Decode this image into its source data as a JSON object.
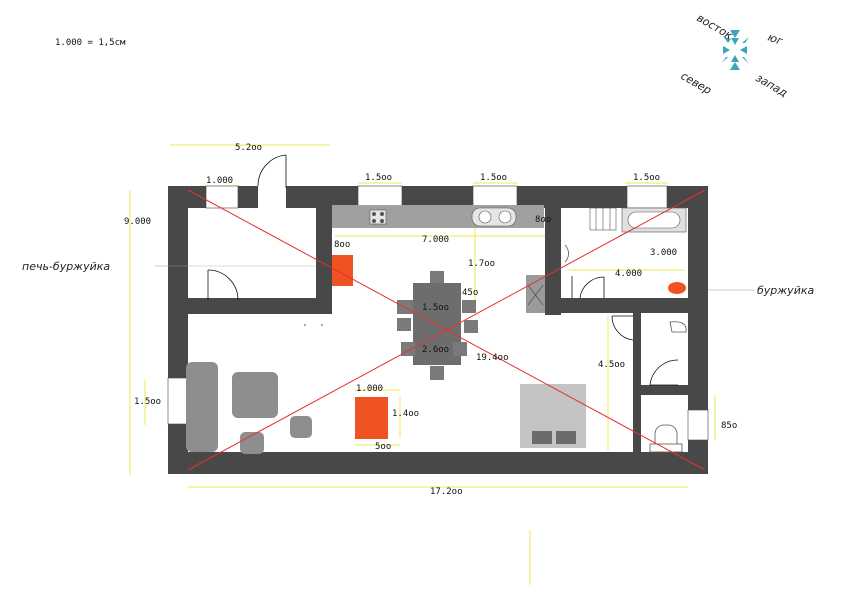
{
  "scale_note": "1.000 = 1,5см",
  "compass": {
    "labels": {
      "east": "восток",
      "south": "юг",
      "north": "север",
      "west": "запад"
    },
    "color": "#3aa6b9"
  },
  "annotations": {
    "left_stove": "печь-буржуйка",
    "right_stove": "буржуйка"
  },
  "dimensions": {
    "top_length": "5.2oo",
    "window_left": "1.000",
    "window_mid1": "1.5oo",
    "window_mid2": "1.5oo",
    "window_right": "1.5oo",
    "left_height": "9.000",
    "kitchen_len": "7.000",
    "kitchen_depth": "8oo",
    "stove_small": "8oo",
    "inner_h": "1.7oo",
    "table_w": "1.5oo",
    "table_gap": "45o",
    "table_len": "2.6oo",
    "hall_len": "19.4oo",
    "bath_w": "3.000",
    "bath_len": "4.000",
    "corridor": "4.5oo",
    "left_window": "1.5oo",
    "fireplace_w": "1.000",
    "fireplace_h": "1.4oo",
    "fireplace_d": "5oo",
    "right_window": "85o",
    "total_length": "17.2oo"
  },
  "colors": {
    "wall": "#484848",
    "accent": "#f05322",
    "dimension_line": "#f2e84b",
    "cross": "#e83030"
  }
}
